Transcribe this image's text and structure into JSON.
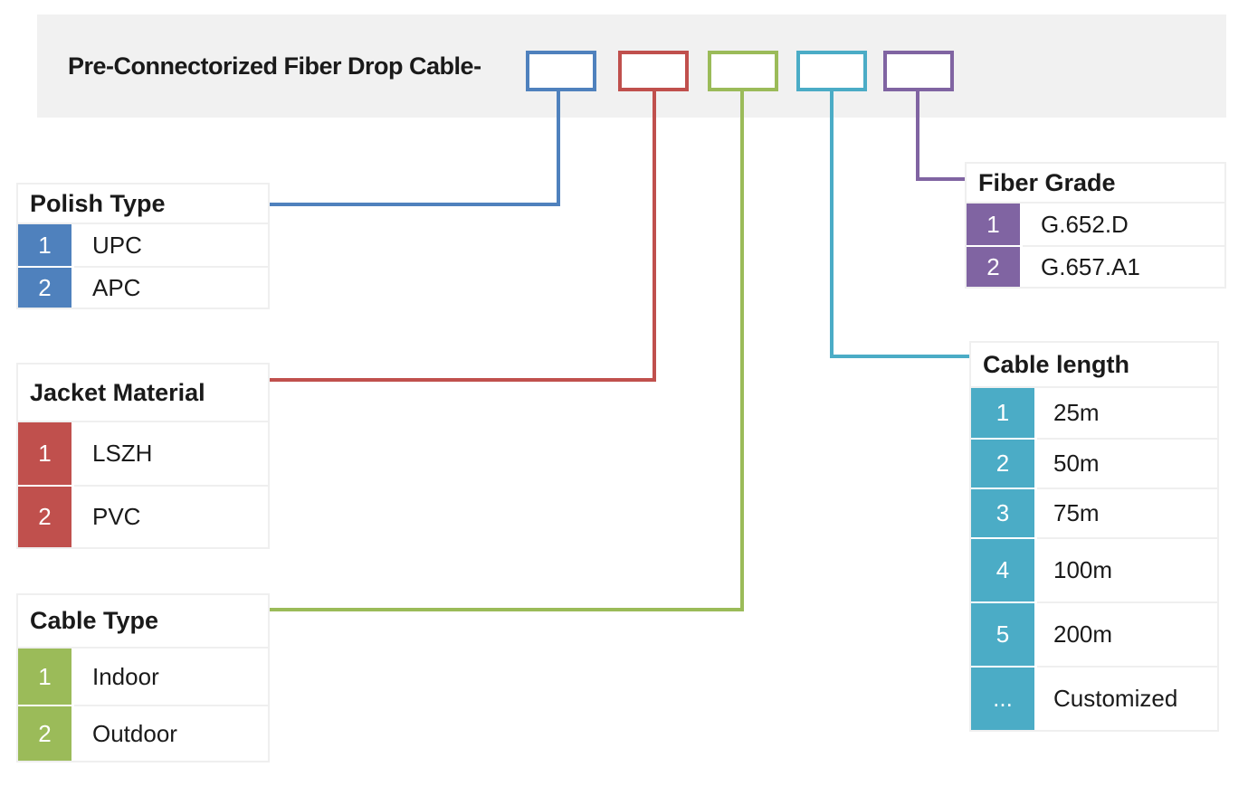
{
  "title": "Pre-Connectorized Fiber Drop Cable-",
  "colors": {
    "band_background": "#f1f1f1",
    "polish_type": "#4F81BD",
    "jacket_material": "#C0504D",
    "cable_type": "#9BBB59",
    "cable_length": "#4BACC6",
    "fiber_grade": "#8064A2"
  },
  "boxes": [
    {
      "id": "polish-type-code",
      "color": "#4F81BD"
    },
    {
      "id": "jacket-material-code",
      "color": "#C0504D"
    },
    {
      "id": "cable-type-code",
      "color": "#9BBB59"
    },
    {
      "id": "cable-length-code",
      "color": "#4BACC6"
    },
    {
      "id": "fiber-grade-code",
      "color": "#8064A2"
    }
  ],
  "tables": {
    "polish_type": {
      "title": "Polish Type",
      "rows": [
        {
          "code": "1",
          "label": "UPC"
        },
        {
          "code": "2",
          "label": "APC"
        }
      ]
    },
    "jacket_material": {
      "title": "Jacket Material",
      "rows": [
        {
          "code": "1",
          "label": "LSZH"
        },
        {
          "code": "2",
          "label": "PVC"
        }
      ]
    },
    "cable_type": {
      "title": "Cable Type",
      "rows": [
        {
          "code": "1",
          "label": "Indoor"
        },
        {
          "code": "2",
          "label": "Outdoor"
        }
      ]
    },
    "fiber_grade": {
      "title": "Fiber Grade",
      "rows": [
        {
          "code": "1",
          "label": "G.652.D"
        },
        {
          "code": "2",
          "label": "G.657.A1"
        }
      ]
    },
    "cable_length": {
      "title": "Cable length",
      "rows": [
        {
          "code": "1",
          "label": "25m"
        },
        {
          "code": "2",
          "label": "50m"
        },
        {
          "code": "3",
          "label": "75m"
        },
        {
          "code": "4",
          "label": "100m"
        },
        {
          "code": "5",
          "label": "200m"
        },
        {
          "code": "...",
          "label": "Customized"
        }
      ]
    }
  }
}
